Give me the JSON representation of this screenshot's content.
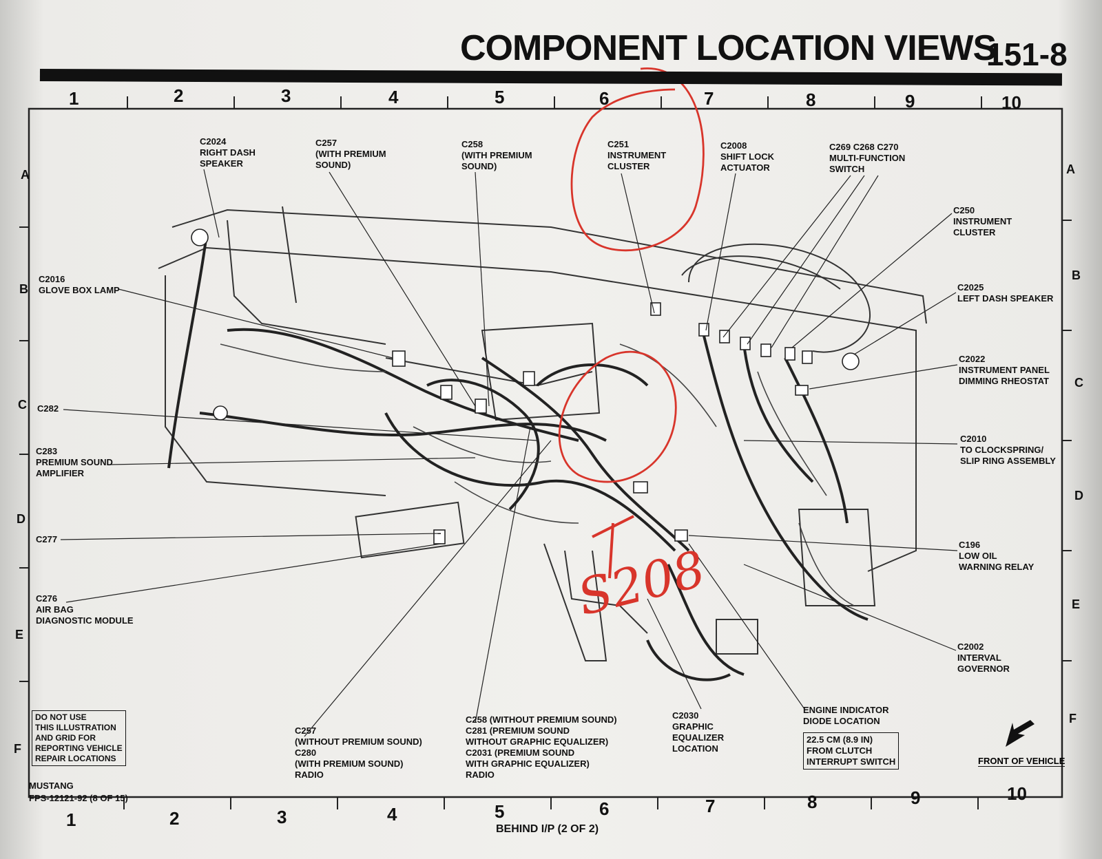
{
  "header": {
    "title": "COMPONENT LOCATION VIEWS",
    "page_number": "151-8"
  },
  "grid": {
    "columns": [
      "1",
      "2",
      "3",
      "4",
      "5",
      "6",
      "7",
      "8",
      "9",
      "10"
    ],
    "rows": [
      "A",
      "B",
      "C",
      "D",
      "E",
      "F"
    ]
  },
  "callouts": [
    {
      "id": "c2024",
      "text": "C2024\nRIGHT DASH\nSPEAKER"
    },
    {
      "id": "c257-prem",
      "text": "C257\n(WITH PREMIUM\nSOUND)"
    },
    {
      "id": "c258-prem",
      "text": "C258\n(WITH PREMIUM\nSOUND)"
    },
    {
      "id": "c251",
      "text": "C251\nINSTRUMENT\nCLUSTER"
    },
    {
      "id": "c2008",
      "text": "C2008\nSHIFT LOCK\nACTUATOR"
    },
    {
      "id": "c269",
      "text": "C269 C268 C270\nMULTI-FUNCTION\nSWITCH"
    },
    {
      "id": "c250",
      "text": "C250\nINSTRUMENT\nCLUSTER"
    },
    {
      "id": "c2025",
      "text": "C2025\nLEFT DASH SPEAKER"
    },
    {
      "id": "c2022",
      "text": "C2022\nINSTRUMENT PANEL\nDIMMING RHEOSTAT"
    },
    {
      "id": "c2010",
      "text": "C2010\nTO CLOCKSPRING/\nSLIP RING ASSEMBLY"
    },
    {
      "id": "c196",
      "text": "C196\nLOW OIL\nWARNING RELAY"
    },
    {
      "id": "c2002",
      "text": "C2002\nINTERVAL\nGOVERNOR"
    },
    {
      "id": "c2016",
      "text": "C2016\nGLOVE BOX LAMP"
    },
    {
      "id": "c282",
      "text": "C282"
    },
    {
      "id": "c283",
      "text": "C283\nPREMIUM SOUND\nAMPLIFIER"
    },
    {
      "id": "c277",
      "text": "C277"
    },
    {
      "id": "c276",
      "text": "C276\nAIR BAG\nDIAGNOSTIC MODULE"
    },
    {
      "id": "c257-noprem",
      "text": "C257\n(WITHOUT PREMIUM SOUND)\nC280\n(WITH PREMIUM SOUND)\nRADIO"
    },
    {
      "id": "c258-noprem",
      "text": "C258 (WITHOUT PREMIUM SOUND)\nC281 (PREMIUM SOUND\nWITHOUT GRAPHIC EQUALIZER)\nC2031 (PREMIUM SOUND\nWITH GRAPHIC EQUALIZER)\nRADIO"
    },
    {
      "id": "c2030",
      "text": "C2030\nGRAPHIC\nEQUALIZER\nLOCATION"
    },
    {
      "id": "engine-diode",
      "text": "ENGINE INDICATOR\nDIODE LOCATION"
    },
    {
      "id": "diode-note",
      "text": "22.5 CM (8.9 IN)\nFROM CLUTCH\nINTERRUPT SWITCH"
    }
  ],
  "notice": "DO NOT USE\nTHIS ILLUSTRATION\nAND GRID FOR\nREPORTING VEHICLE\nREPAIR LOCATIONS",
  "footer": {
    "model": "MUSTANG",
    "code": "FPS-12121-92 (8 OF 15)",
    "caption": "BEHIND I/P (2 OF 2)",
    "front_label": "FRONT OF VEHICLE"
  },
  "handwritten": {
    "text": "S208",
    "color": "#d8352b"
  }
}
